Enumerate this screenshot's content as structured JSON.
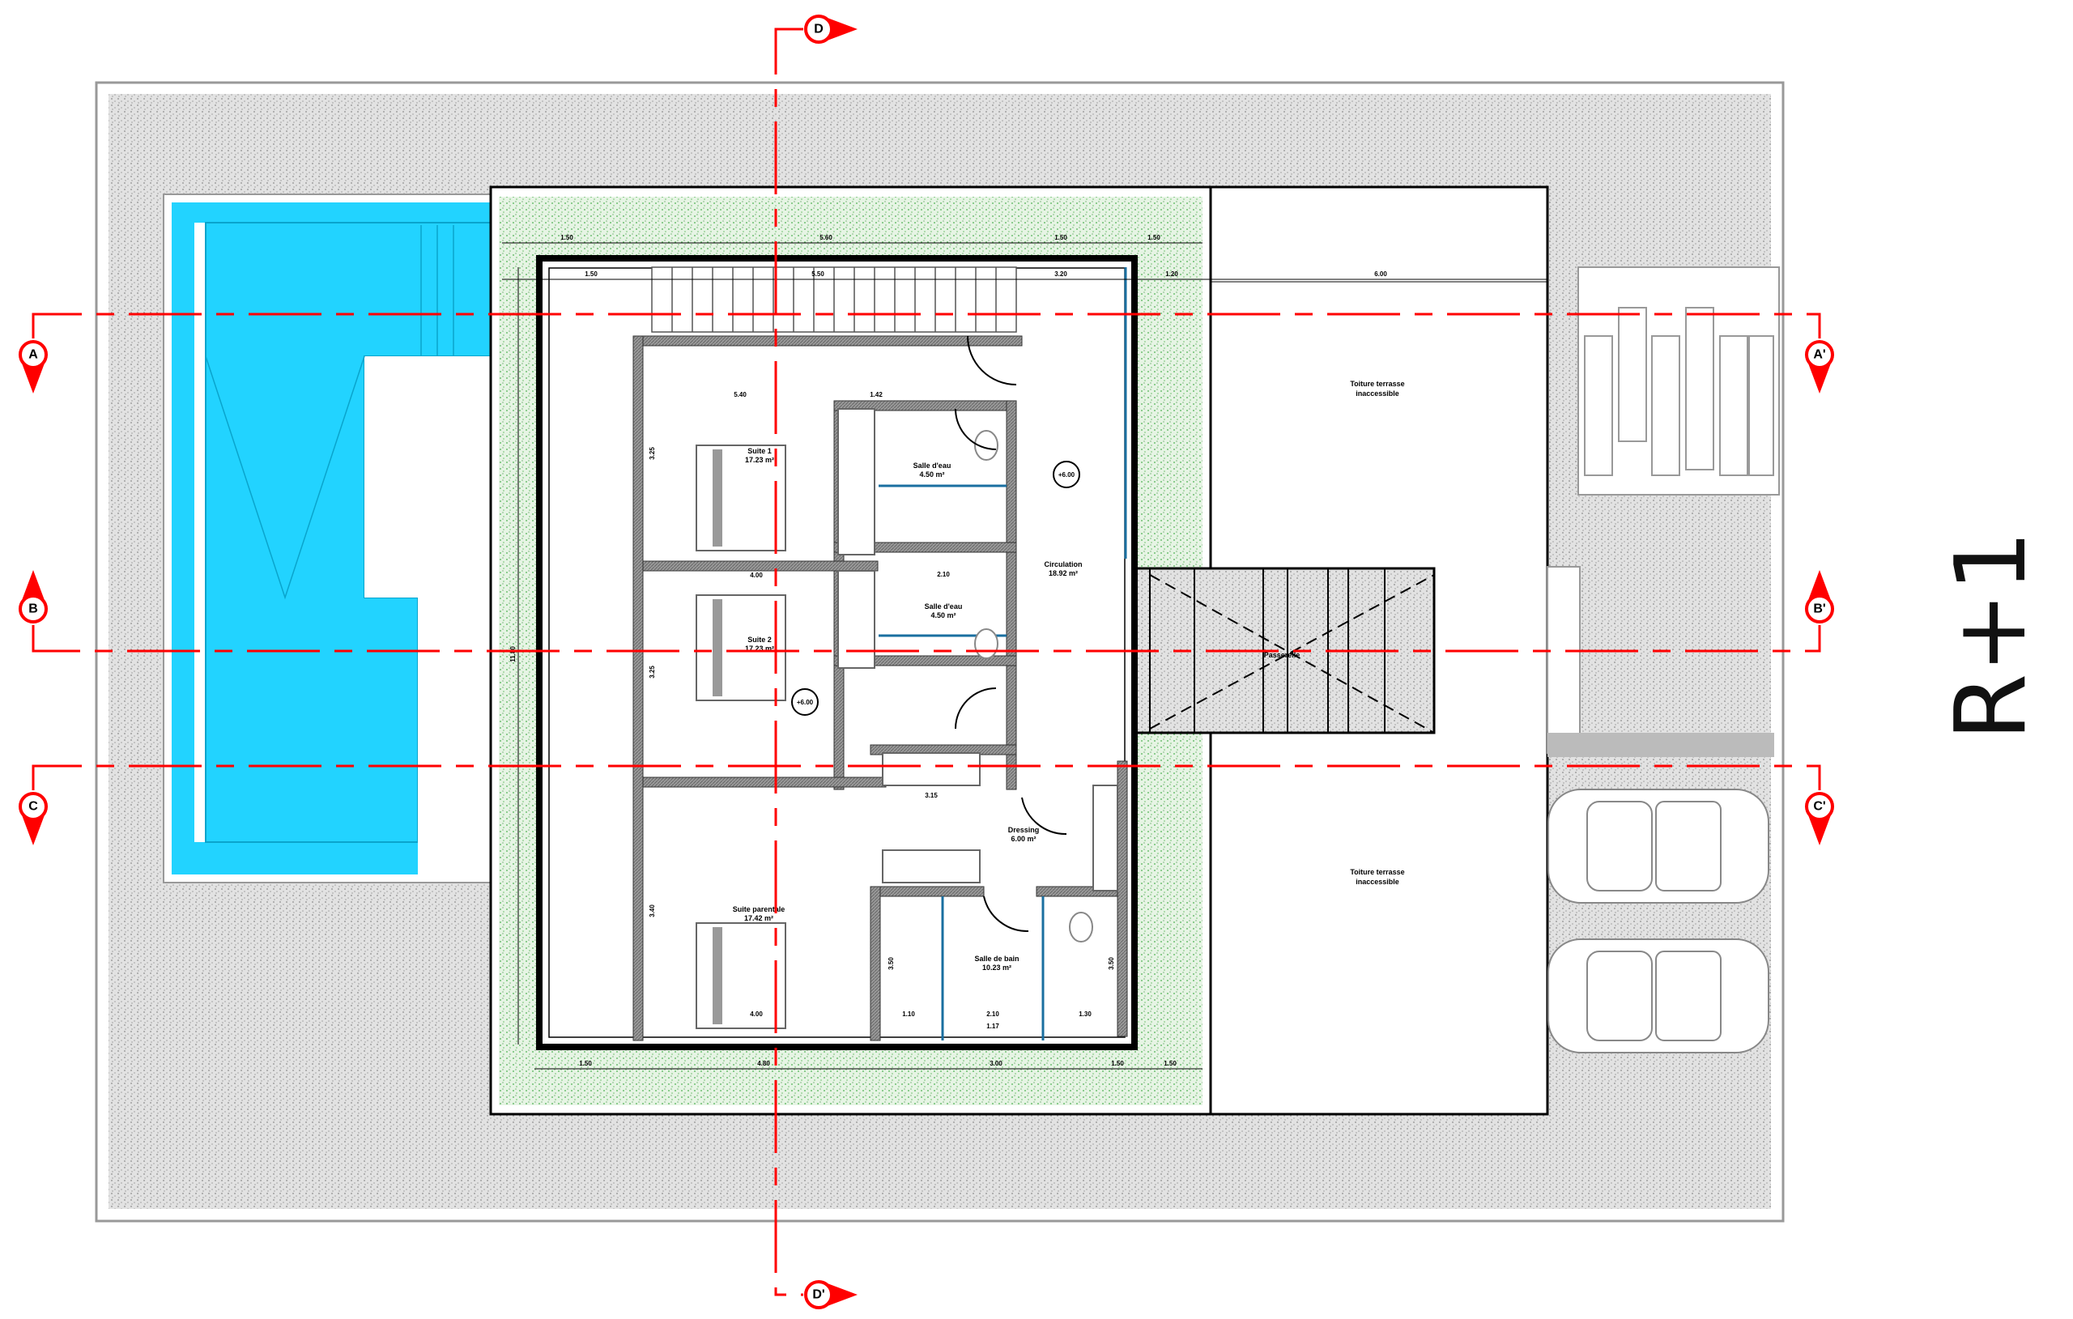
{
  "title": "R+1",
  "colors": {
    "section": "#ff0000",
    "pool": "#22d3ff",
    "garden": "#9fd49a",
    "gravel": "#d8d8d8",
    "wall": "#8a8a8a",
    "glass": "#1a6fa0"
  },
  "sections": {
    "a": "A",
    "a_prime": "A'",
    "b": "B",
    "b_prime": "B'",
    "c": "C",
    "c_prime": "C'",
    "d": "D",
    "d_prime": "D'"
  },
  "rooms": {
    "suite1": {
      "name": "Suite 1",
      "area": "17.23 m²"
    },
    "sde1": {
      "name": "Salle d'eau",
      "area": "4.50 m²"
    },
    "circulation": {
      "name": "Circulation",
      "area": "18.92 m²"
    },
    "sde2": {
      "name": "Salle d'eau",
      "area": "4.50 m²"
    },
    "suite2": {
      "name": "Suite 2",
      "area": "17.23 m²"
    },
    "dressing": {
      "name": "Dressing",
      "area": "6.00 m²"
    },
    "parentale": {
      "name": "Suite parentale",
      "area": "17.42 m²"
    },
    "sdb": {
      "name": "Salle de bain",
      "area": "10.23 m²"
    },
    "terrace_top": {
      "name": "Toiture terrasse",
      "area": "inaccessible"
    },
    "terrace_bottom": {
      "name": "Toiture terrasse",
      "area": "inaccessible"
    },
    "bridge": {
      "name": "Passerelle"
    }
  },
  "levels": {
    "l1": "+6.00",
    "l2": "+6.00"
  },
  "dimensions": {
    "top": [
      "1.50",
      "5.60",
      "1.50",
      "1.50"
    ],
    "top2": [
      "1.50",
      "5.50",
      "3.20",
      "1.20",
      "6.00"
    ],
    "bottom": [
      "1.50",
      "4.80",
      "3.00",
      "1.50",
      "1.50"
    ],
    "left": [
      "11.80",
      "3.25",
      "3.25",
      "3.40"
    ],
    "inner": [
      "5.40",
      "1.42",
      "2.10",
      "3.15",
      "1.10",
      "2.10",
      "1.17",
      "1.30",
      "3.50",
      "3.50",
      "4.00",
      "4.00"
    ]
  }
}
